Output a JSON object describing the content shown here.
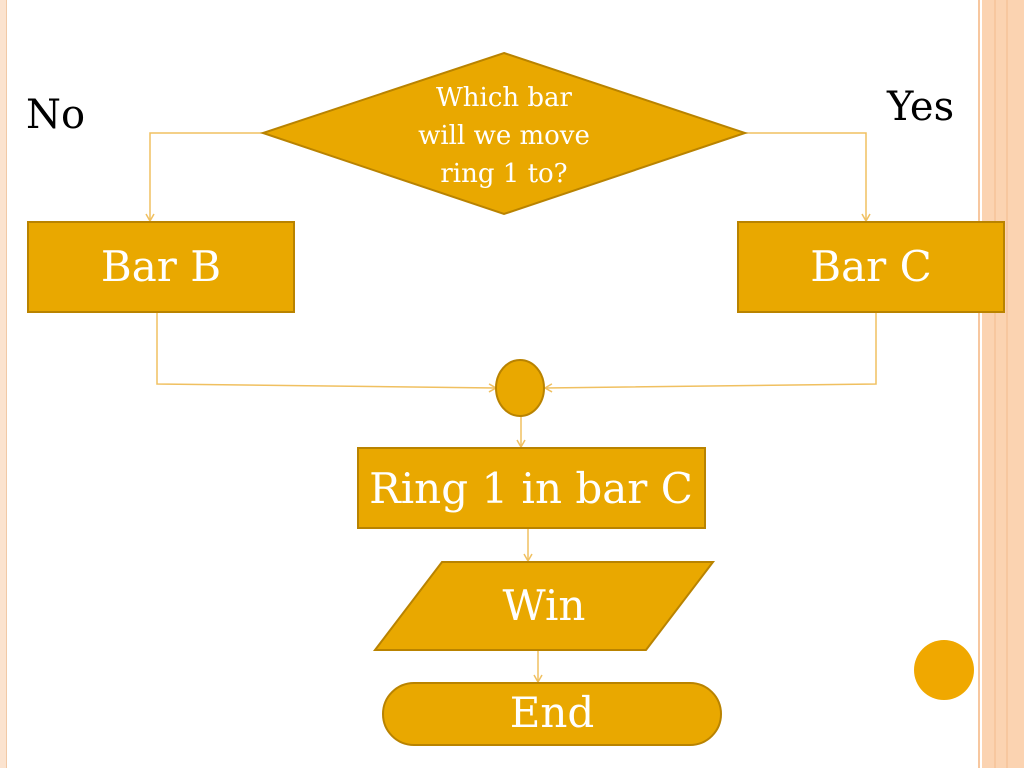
{
  "labels": {
    "no": "No",
    "yes": "Yes"
  },
  "decision": {
    "line1": "Which bar",
    "line2": "will we move",
    "line3": "ring 1 to?"
  },
  "boxes": {
    "bar_b": "Bar B",
    "bar_c": "Bar C",
    "ring_result": "Ring 1 in bar C",
    "win": "Win",
    "end": "End"
  },
  "colors": {
    "shape_fill": "#e9a800",
    "shape_stroke": "#b98300",
    "connector": "#f0c060",
    "text_on_shape": "#ffffff",
    "accent_circle": "#f0a800"
  }
}
